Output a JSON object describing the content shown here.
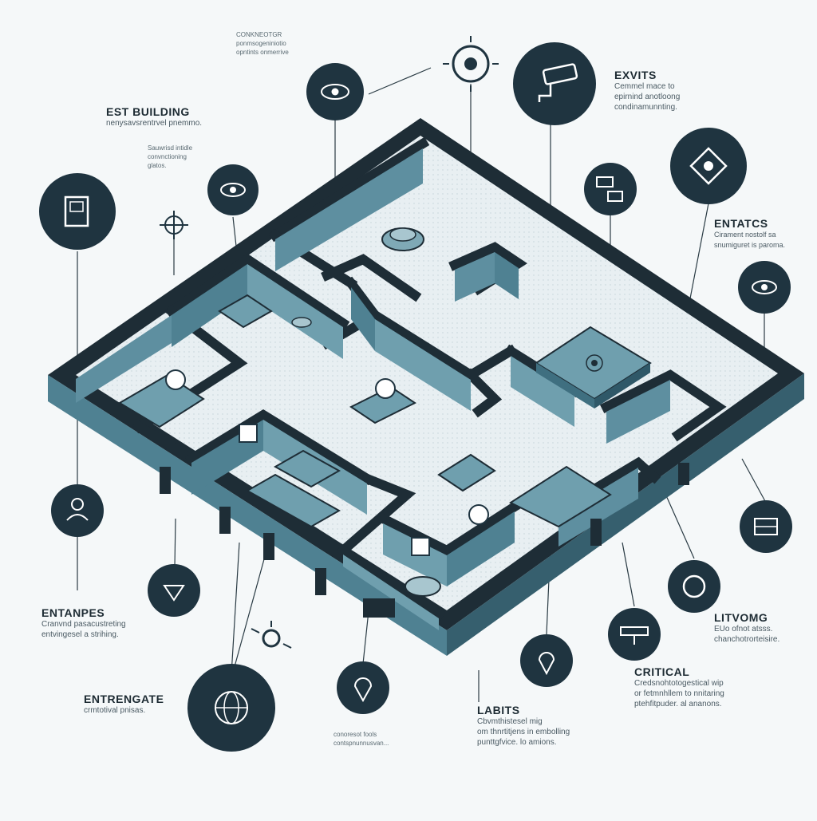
{
  "colors": {
    "dark": "#1f3440",
    "wall_top": "#1e2d36",
    "wall_face": "#5e8fa0",
    "wall_face_dark": "#3f6f80",
    "floor": "#e6eef1",
    "floor_line": "#c9d7dc",
    "accent": "#6f9fae",
    "background": "#f5f8f9"
  },
  "labels": {
    "est_building": {
      "title": "EST BUILDING",
      "sub": "nenysavsrentrvel pnemmo."
    },
    "top_note": {
      "sub": "CONKNEOTGR\nponmsogeniniotio\nopntints onmerrive"
    },
    "left_note": {
      "sub": "Sauwrisd intidle\nconvnctioning\nglatos."
    },
    "exvits": {
      "title": "EXVITS",
      "sub": "Cemmel mace to\nepirnind anotloong\ncondinamunnting."
    },
    "entatcs": {
      "title": "ENTATCS",
      "sub": "Cirament nostolf sa\nsnumiguret is paroma."
    },
    "entanpes": {
      "title": "ENTANPES",
      "sub": "Cranvnd pasacustreting\nentvingesel a strihing."
    },
    "entrengate": {
      "title": "ENTRENGATE",
      "sub": "crmtotival pnisas."
    },
    "bottom_note": {
      "sub": "conoresot fools\ncontspnunnusvan..."
    },
    "labits": {
      "title": "LABITS",
      "sub": "Cbvmthistesel mig\nom thnrtitjens in embolling\npunttgfvice. lo amions."
    },
    "critical": {
      "title": "CRITICAL",
      "sub": "Credsnohtotogestical wip\nor fetmnhllem to nnitaring\nptehfitpuder. al ananons."
    },
    "litvomg": {
      "title": "LITVOMG",
      "sub": "EUo ofnot atsss.\nchanchotrorteisire."
    }
  },
  "icons": [
    "door-icon",
    "crosshair-icon",
    "eye-icon",
    "eye-icon",
    "sensor-icon",
    "security-camera-icon",
    "floor-plan-icon",
    "motion-sensor-icon",
    "eye-icon",
    "person-icon",
    "alarm-icon",
    "sensor-icon",
    "globe-icon",
    "location-pin-icon",
    "location-pin-icon",
    "keypad-icon",
    "ring-sensor-icon",
    "panel-icon"
  ]
}
